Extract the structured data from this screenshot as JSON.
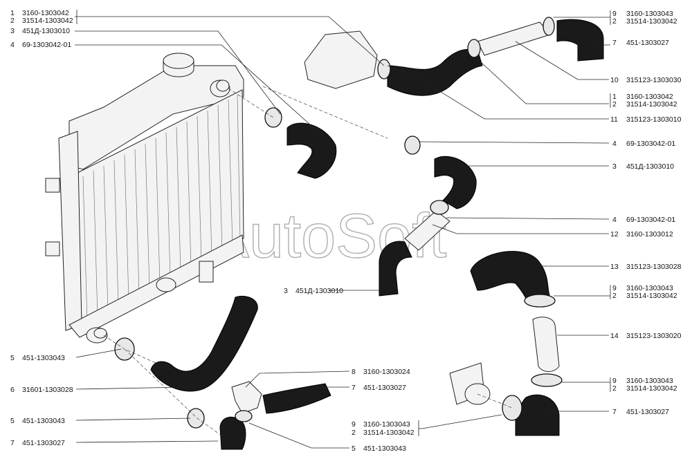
{
  "watermark": "AutoSoft",
  "labels": {
    "l1": {
      "n": "1",
      "code": "3160-1303042"
    },
    "l2": {
      "n": "2",
      "code": "31514-1303042"
    },
    "l3": {
      "n": "3",
      "code": "451Д-1303010"
    },
    "l4": {
      "n": "4",
      "code": "69-1303042-01"
    },
    "r1": {
      "n": "9",
      "code": "3160-1303043"
    },
    "r2": {
      "n": "2",
      "code": "31514-1303042"
    },
    "r3": {
      "n": "7",
      "code": "451-1303027"
    },
    "r4": {
      "n": "10",
      "code": "315123-1303030"
    },
    "r5": {
      "n": "1",
      "code": "3160-1303042"
    },
    "r6": {
      "n": "2",
      "code": "31514-1303042"
    },
    "r7": {
      "n": "11",
      "code": "315123-1303010"
    },
    "r8": {
      "n": "4",
      "code": "69-1303042-01"
    },
    "r9": {
      "n": "3",
      "code": "451Д-1303010"
    },
    "r10": {
      "n": "4",
      "code": "69-1303042-01"
    },
    "r11": {
      "n": "12",
      "code": "3160-1303012"
    },
    "r12": {
      "n": "13",
      "code": "315123-1303028"
    },
    "r13": {
      "n": "9",
      "code": "3160-1303043"
    },
    "r14": {
      "n": "2",
      "code": "31514-1303042"
    },
    "r15": {
      "n": "14",
      "code": "315123-1303020"
    },
    "r16": {
      "n": "9",
      "code": "3160-1303043"
    },
    "r17": {
      "n": "2",
      "code": "31514-1303042"
    },
    "r18": {
      "n": "7",
      "code": "451-1303027"
    },
    "m1": {
      "n": "3",
      "code": "451Д-1303010"
    },
    "m2": {
      "n": "8",
      "code": "3160-1303024"
    },
    "m3": {
      "n": "7",
      "code": "451-1303027"
    },
    "m4": {
      "n": "9",
      "code": "3160-1303043"
    },
    "m5": {
      "n": "2",
      "code": "31514-1303042"
    },
    "m6": {
      "n": "5",
      "code": "451-1303043"
    },
    "b1": {
      "n": "5",
      "code": "451-1303043"
    },
    "b2": {
      "n": "6",
      "code": "31601-1303028"
    },
    "b3": {
      "n": "5",
      "code": "451-1303043"
    },
    "b4": {
      "n": "7",
      "code": "451-1303027"
    }
  }
}
